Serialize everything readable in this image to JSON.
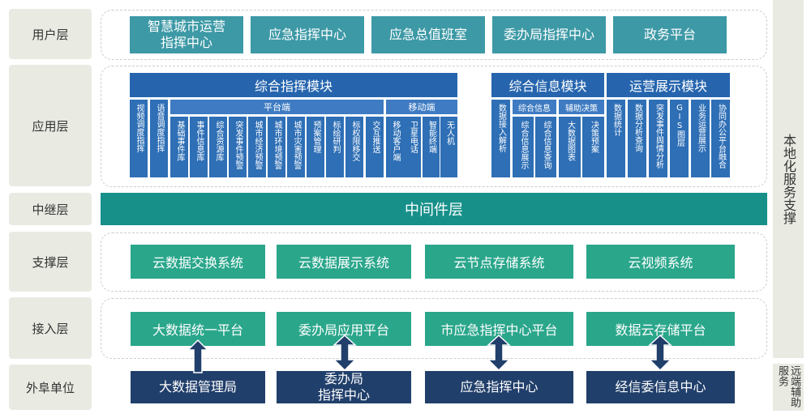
{
  "layers": [
    {
      "key": "user",
      "label": "用户层"
    },
    {
      "key": "app",
      "label": "应用层"
    },
    {
      "key": "relay",
      "label": "中继层"
    },
    {
      "key": "support",
      "label": "支撑层"
    },
    {
      "key": "access",
      "label": "接入层"
    },
    {
      "key": "external",
      "label": "外阜单位"
    }
  ],
  "user_layer": [
    {
      "label": "智慧城市运营\n指挥中心"
    },
    {
      "label": "应急指挥中心"
    },
    {
      "label": "应急总值班室"
    },
    {
      "label": "委办局指挥中心"
    },
    {
      "label": "政务平台"
    }
  ],
  "app_layer": {
    "command_module": {
      "title": "综合指挥模块",
      "platform_label": "平台端",
      "mobile_label": "移动端",
      "standalone": [
        "视频调度指挥",
        "语音调度指挥"
      ],
      "platform_cells": [
        "基础事件库",
        "事件信息库",
        "综合资源库",
        "突发事件预警",
        "城市经济预警",
        "城市环境预警",
        "城市灾害预警",
        "预案管理",
        "标绘研判",
        "标权限移交",
        "交互推送"
      ],
      "mobile_cells": [
        "移动客户端",
        "卫星电话",
        "智能终端",
        "无人机"
      ]
    },
    "info_module": {
      "title": "综合信息模块",
      "sub_info": "综合信息",
      "sub_decision": "辅助决策",
      "standalone": [
        "数据接入解析"
      ],
      "info_cells": [
        "综合信息展示",
        "综合信息查询"
      ],
      "decision_cells": [
        "大数据图表",
        "决策预案"
      ]
    },
    "ops_module": {
      "title": "运营展示模块",
      "cells": [
        "数据统计",
        "数据分析查询",
        "突发事件舆情分析",
        "GIS图层",
        "业务运营展示",
        "协同办公平台融合"
      ]
    }
  },
  "relay_layer": {
    "label": "中间件层"
  },
  "support_layer": [
    {
      "label": "云数据交换系统"
    },
    {
      "label": "云数据展示系统"
    },
    {
      "label": "云节点存储系统"
    },
    {
      "label": "云视频系统"
    }
  ],
  "access_layer": [
    {
      "label": "大数据统一平台"
    },
    {
      "label": "委办局应用平台"
    },
    {
      "label": "市应急指挥中心平台"
    },
    {
      "label": "数据云存储平台"
    }
  ],
  "external_layer": [
    {
      "label": "大数据管理局"
    },
    {
      "label": "委办局\n指挥中心"
    },
    {
      "label": "应急指挥中心"
    },
    {
      "label": "经信委信息中心"
    }
  ],
  "side_bars": {
    "local": "本地化服务支撑",
    "remote": "远端辅助服务"
  },
  "colors": {
    "label_bg": "#e9ebe3",
    "user_box": "#3d99a6",
    "module_head": "#2665ae",
    "module_cell": "#2e6fb6",
    "middleware": "#17908a",
    "support_box": "#2aa68b",
    "external_box": "#213f6b",
    "arrow": "#213f6b"
  }
}
